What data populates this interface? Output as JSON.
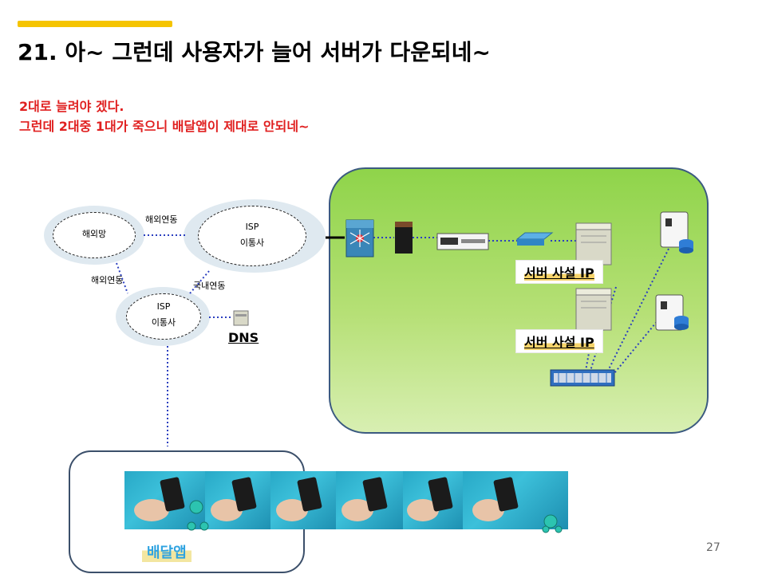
{
  "title": "21. 아~ 그런데 사용자가 늘어 서버가 다운되네~",
  "subtitle_lines": [
    "2대로 늘려야 겠다.",
    "그런데 2대중 1대가 죽으니 배달앱이 제대로 안되네~"
  ],
  "nodes": {
    "overseas_network": "해외망",
    "isp_main": {
      "line1": "ISP",
      "line2": "이통사"
    },
    "isp_sub": {
      "line1": "ISP",
      "line2": "이통사"
    },
    "dns": "DNS"
  },
  "links": {
    "overseas_link_top": "해외연동",
    "overseas_link_left": "해외연동",
    "domestic_link": "국내연동"
  },
  "servers": {
    "server1_label": "서버 사설 IP",
    "server2_label": "서버 사설 IP"
  },
  "app": {
    "label": "배달앱"
  },
  "page_number": "27",
  "colors": {
    "accent": "#f5c400",
    "subtitle": "#e02020",
    "zone_green": "#8fd44a",
    "app_label": "#2fa3e0"
  }
}
